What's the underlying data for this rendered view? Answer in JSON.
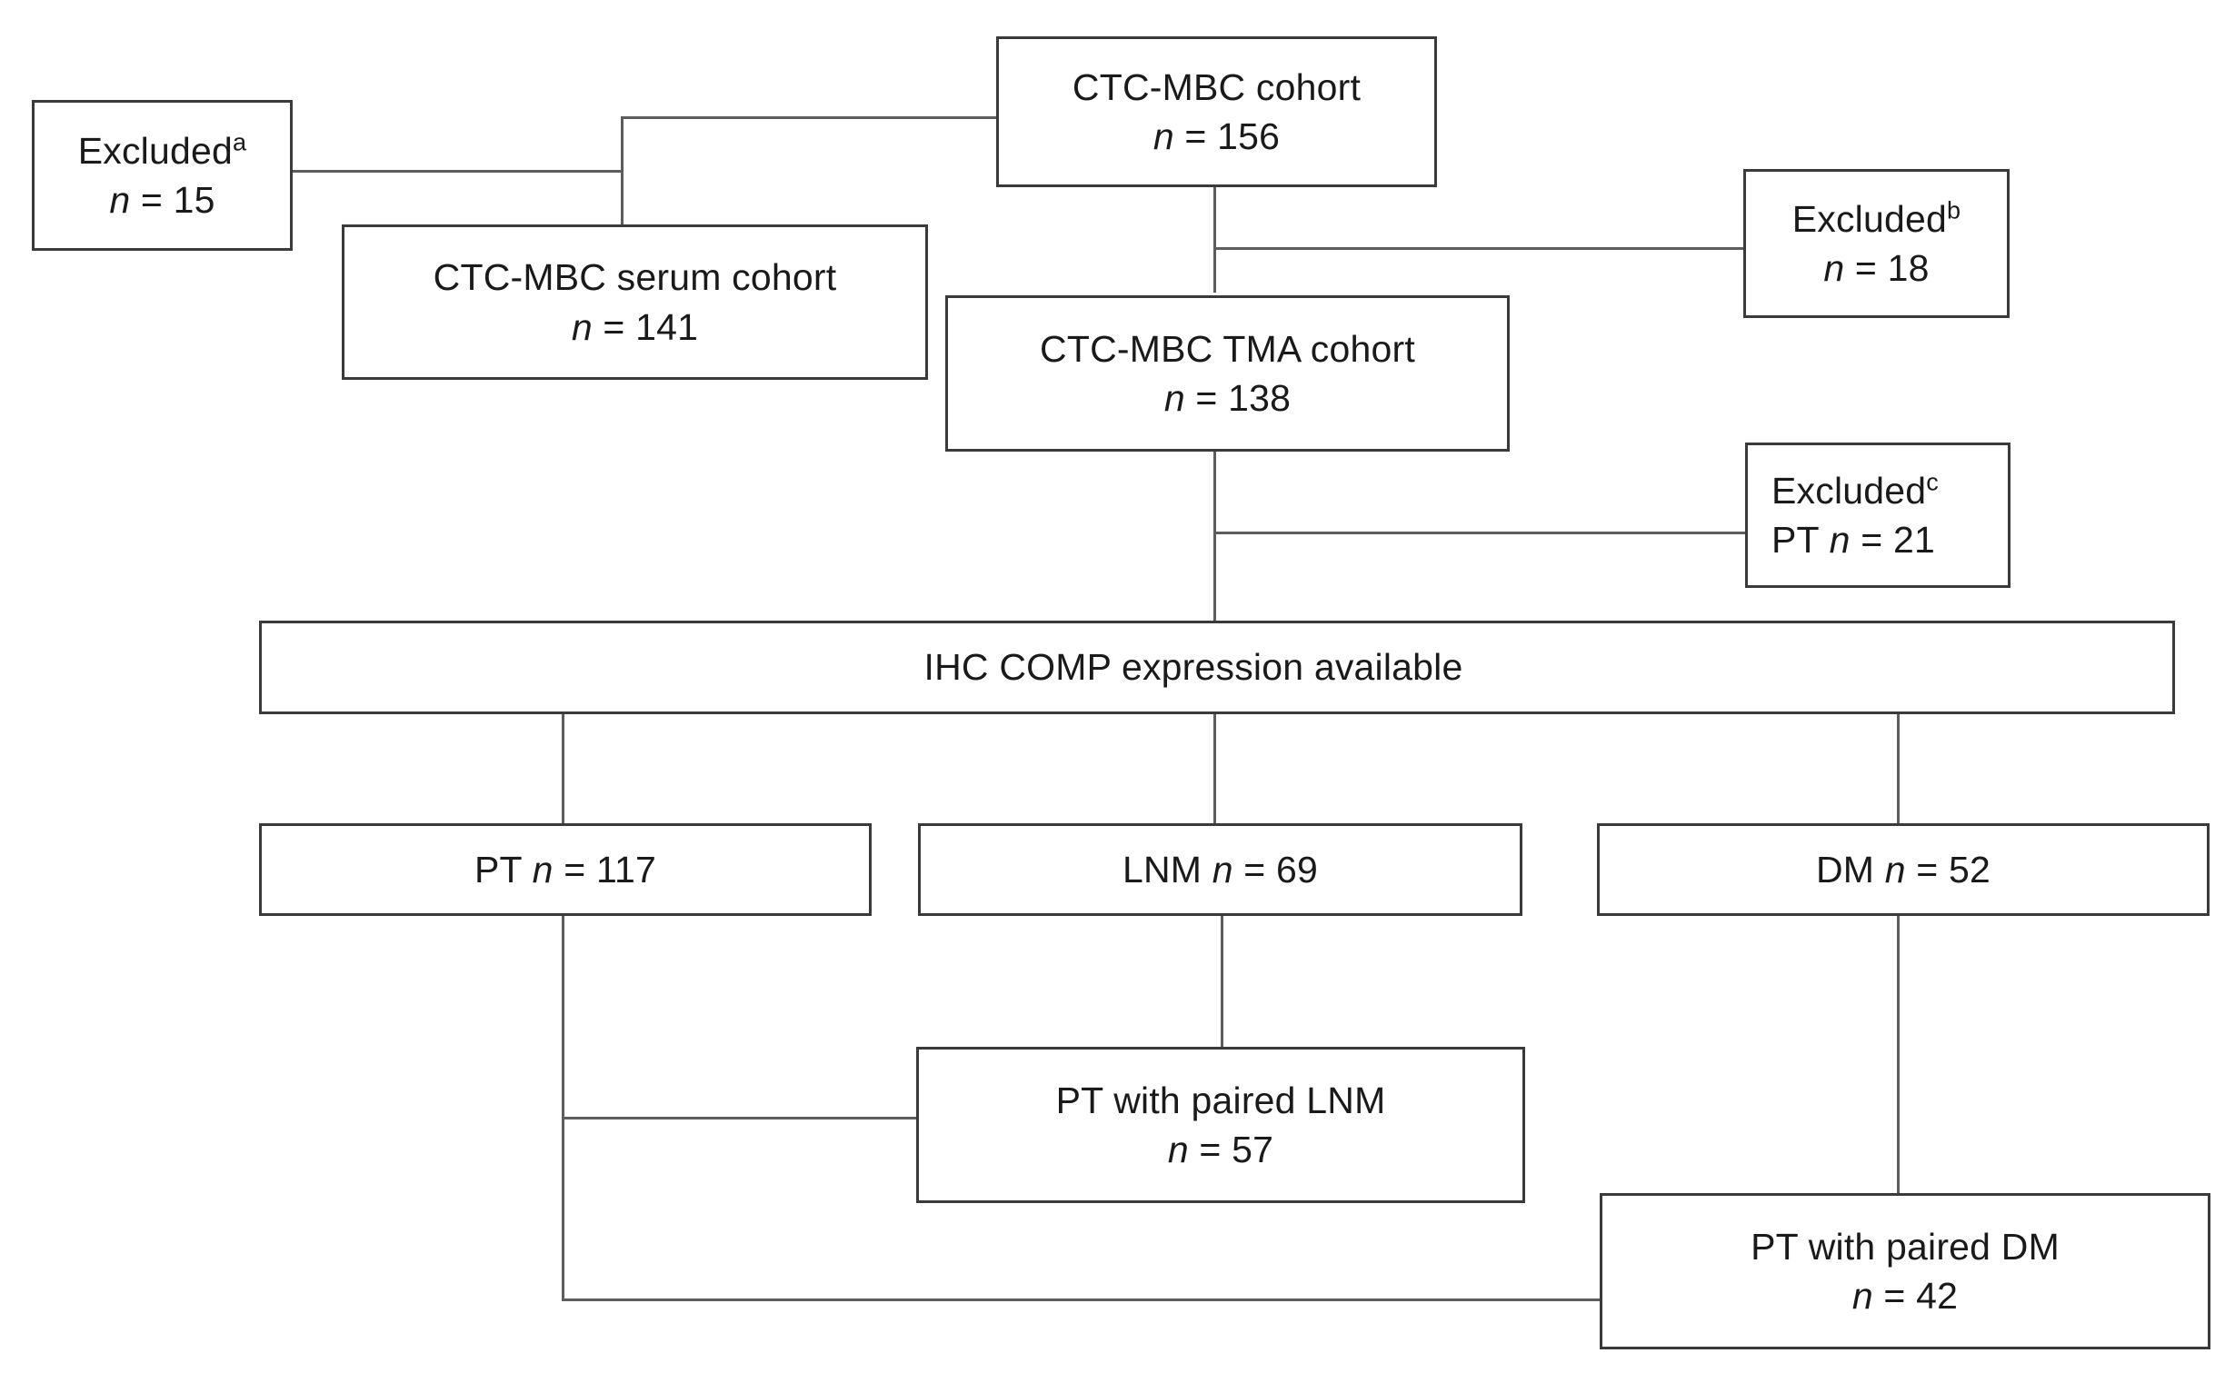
{
  "diagram": {
    "title": "CTC-MBC cohort flow diagram",
    "type": "flowchart",
    "line_color": "#5d5d5d",
    "box_border_color": "#3a3a3a",
    "background": "#ffffff"
  },
  "nodes": {
    "excluded_a": {
      "label": "Excluded",
      "note": "a",
      "count_prefix": "n",
      "count_eq": " = ",
      "count": "15",
      "count_line": "n = 15"
    },
    "ctc_mbc_cohort": {
      "label": "CTC-MBC cohort",
      "count_line": "n = 156",
      "count": "156"
    },
    "excluded_b": {
      "label": "Excluded",
      "note": "b",
      "count_line": "n = 18",
      "count": "18"
    },
    "serum_cohort": {
      "label": "CTC-MBC serum cohort",
      "count_line": "n = 141",
      "count": "141"
    },
    "tma_cohort": {
      "label": "CTC-MBC TMA cohort",
      "count_line": "n = 138",
      "count": "138"
    },
    "excluded_c": {
      "label": "Excluded",
      "note": "c",
      "count_line": "PT n = 21",
      "count": "21"
    },
    "ihc_comp": {
      "label": "IHC COMP expression available"
    },
    "pt": {
      "label": "PT n = 117",
      "count": "117"
    },
    "lnm": {
      "label": "LNM n = 69",
      "count": "69"
    },
    "dm": {
      "label": "DM n = 52",
      "count": "52"
    },
    "pt_paired_lnm": {
      "label": "PT with paired LNM",
      "count_line": "n = 57",
      "count": "57"
    },
    "pt_paired_dm": {
      "label": "PT with paired DM",
      "count_line": "n = 42",
      "count": "42"
    }
  }
}
